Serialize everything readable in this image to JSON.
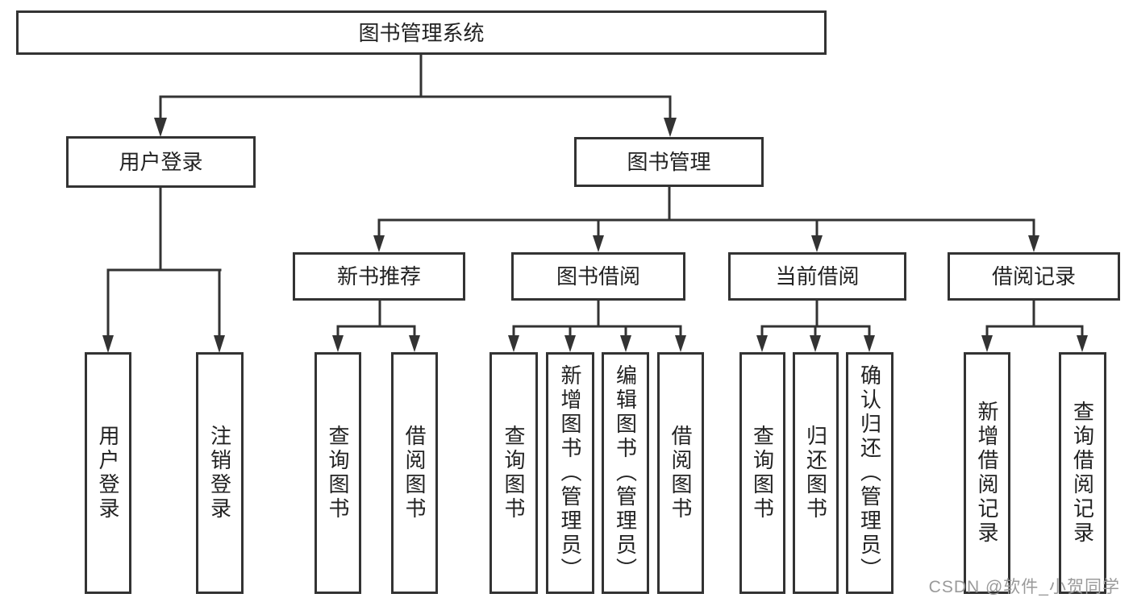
{
  "diagram": {
    "root": "图书管理系统",
    "user_login": {
      "label": "用户登录",
      "children": [
        "用户登录",
        "注销登录"
      ]
    },
    "book_mgmt": {
      "label": "图书管理",
      "sections": [
        {
          "label": "新书推荐",
          "children": [
            "查询图书",
            "借阅图书"
          ]
        },
        {
          "label": "图书借阅",
          "children": [
            "查询图书",
            "新增图书（管理员）",
            "编辑图书（管理员）",
            "借阅图书"
          ]
        },
        {
          "label": "当前借阅",
          "children": [
            "查询图书",
            "归还图书",
            "确认归还（管理员）"
          ]
        },
        {
          "label": "借阅记录",
          "children": [
            "新增借阅记录",
            "查询借阅记录"
          ]
        }
      ]
    }
  },
  "watermark": "CSDN @软件_小贺同学",
  "colors": {
    "line": "#333333",
    "box_border": "#333333",
    "box_fill": "#ffffff",
    "text": "#222222",
    "watermark": "#9a9a9a",
    "background": "#ffffff"
  }
}
